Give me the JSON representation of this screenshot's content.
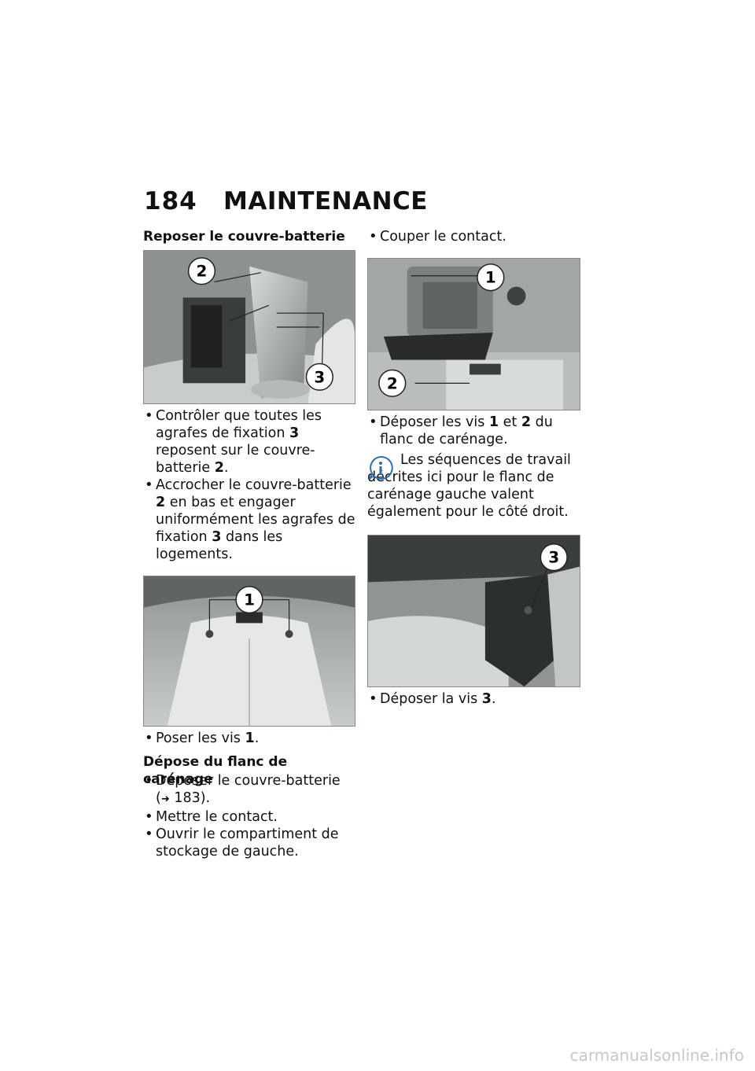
{
  "header": {
    "page_number": "184",
    "section_title": "MAINTENANCE"
  },
  "left": {
    "heading1": "Reposer le couvre-batterie",
    "bullets1": [
      {
        "text": "Contrôler que toutes les agrafes de fixation ",
        "ref": "3",
        "tail": " reposent sur le couvre-batterie ",
        "ref2": "2",
        "end": "."
      },
      {
        "text": "Accrocher le couvre-batterie ",
        "ref": "2",
        "tail": " en bas et engager uniformément les agrafes de fixation ",
        "ref2": "3",
        "end": " dans les logements."
      }
    ],
    "bullet2": {
      "text": "Poser les vis ",
      "ref": "1",
      "end": "."
    },
    "heading2": "Dépose du flanc de carénage",
    "bullet3_text": "Déposer le couvre-batterie (",
    "bullet3_page": "183).",
    "bullet4": "Mettre le contact.",
    "bullet5": "Ouvrir le compartiment de stockage de gauche."
  },
  "right": {
    "bullet1": "Couper le contact.",
    "bullet2": {
      "text": "Déposer les vis ",
      "ref": "1",
      "mid": " et ",
      "ref2": "2",
      "end": " du flanc de carénage."
    },
    "note": "Les séquences de travail décrites ici pour le flanc de carénage gauche valent également pour le côté droit.",
    "bullet3": {
      "text": "Déposer la vis ",
      "ref": "3",
      "end": "."
    }
  },
  "callouts": {
    "one": "1",
    "two": "2",
    "three": "3"
  },
  "watermark": "carmanualsonline.info"
}
